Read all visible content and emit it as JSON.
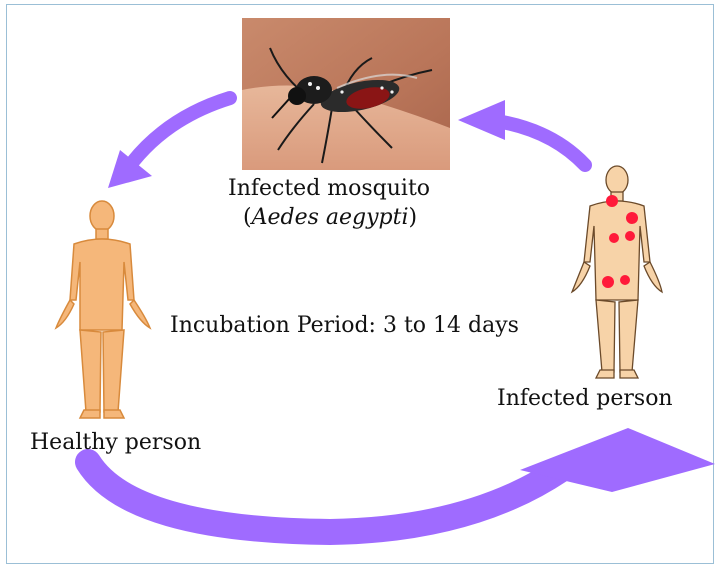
{
  "labels": {
    "mosquito": "Infected mosquito",
    "species_open": "(",
    "species_name": "Aedes aegypti",
    "species_close": ")",
    "incubation": "Incubation Period: 3 to 14 days",
    "infected_person": "Infected person",
    "healthy_person": "Healthy person"
  },
  "colors": {
    "arrow": "#9f6bff",
    "skin": "#f5b77a",
    "skin_outline": "#d88a3c",
    "infected_skin": "#f7d3a8",
    "lesion": "#ff1a3a",
    "frame": "#9bbfd6"
  },
  "icons": {
    "healthy": "human-figure-icon",
    "infected": "human-figure-with-lesions-icon",
    "mosquito": "mosquito-photo"
  }
}
